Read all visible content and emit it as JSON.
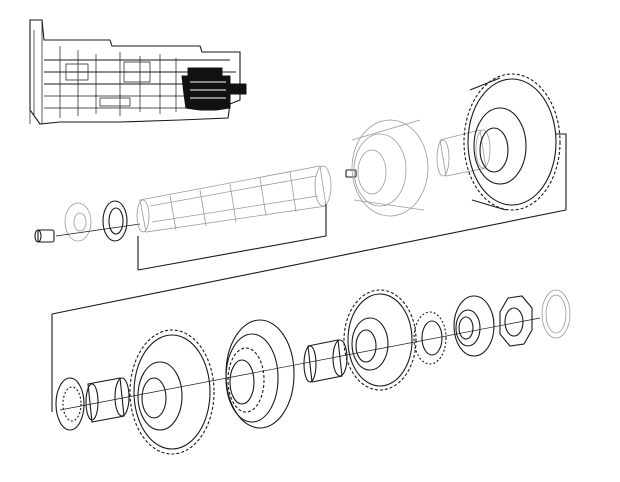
{
  "diagram": {
    "kind": "exploded-parts-view",
    "colors": {
      "line": "#1a1a1a",
      "faint": "#9a9a9a",
      "highlight": "#111111",
      "background": "#ffffff"
    },
    "upper_row_parts": [
      "pin",
      "washer",
      "snap-ring",
      "splined-shaft",
      "small-pin",
      "synchro-hub",
      "bushing",
      "large-gear"
    ],
    "lower_row_parts": [
      "splined-washer",
      "bushing",
      "gear",
      "synchro-ring",
      "bushing",
      "gear",
      "needle-bearing",
      "bearing",
      "nut",
      "snap-ring"
    ]
  }
}
